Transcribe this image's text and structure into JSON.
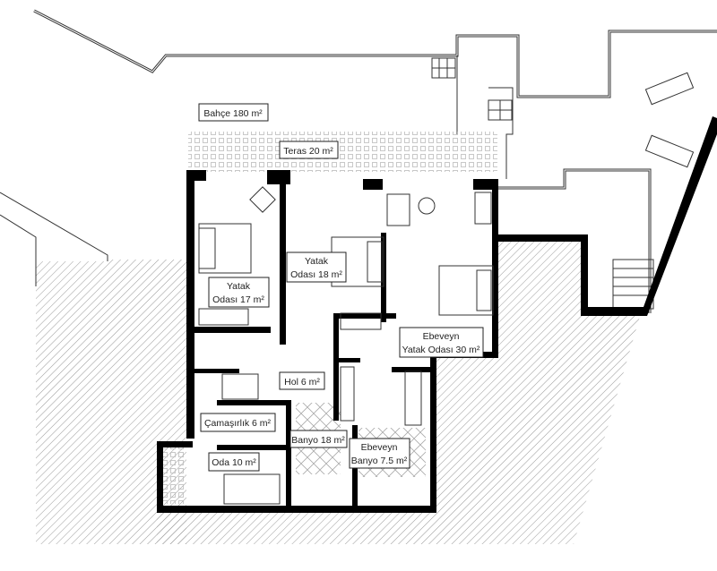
{
  "plan": {
    "rooms": [
      {
        "id": "bahce",
        "lines": [
          "Bahçe 180 m²"
        ]
      },
      {
        "id": "teras",
        "lines": [
          "Teras 20 m²"
        ]
      },
      {
        "id": "yatak17",
        "lines": [
          "Yatak",
          "Odası 17 m²"
        ]
      },
      {
        "id": "yatak18",
        "lines": [
          "Yatak",
          "Odası 18 m²"
        ]
      },
      {
        "id": "ebeveyn30",
        "lines": [
          "Ebeveyn",
          "Yatak Odası 30 m²"
        ]
      },
      {
        "id": "hol",
        "lines": [
          "Hol 6 m²"
        ]
      },
      {
        "id": "camasirlik",
        "lines": [
          "Çamaşırlık 6 m²"
        ]
      },
      {
        "id": "banyo18",
        "lines": [
          "Banyo 18 m²"
        ]
      },
      {
        "id": "ebeveynbanyo",
        "lines": [
          "Ebeveyn",
          "Banyo 7.5 m²"
        ]
      },
      {
        "id": "oda10",
        "lines": [
          "Oda 10 m²"
        ]
      }
    ],
    "colors": {
      "wall": "#000000",
      "line": "#333333",
      "hatch": "#999999"
    }
  }
}
